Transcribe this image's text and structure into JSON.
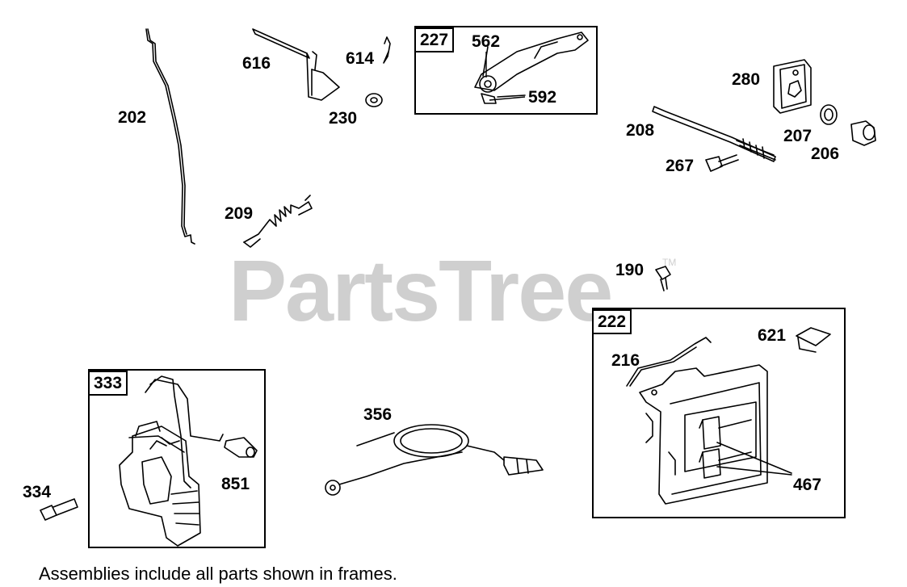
{
  "watermark": {
    "text": "PartsTree",
    "trademark": "TM"
  },
  "labels": {
    "p202": "202",
    "p616": "616",
    "p614": "614",
    "p230": "230",
    "p227": "227",
    "p562": "562",
    "p592": "592",
    "p280": "280",
    "p208": "208",
    "p207": "207",
    "p206": "206",
    "p267": "267",
    "p209": "209",
    "p190": "190",
    "p222": "222",
    "p621": "621",
    "p216": "216",
    "p467": "467",
    "p333": "333",
    "p851": "851",
    "p334": "334",
    "p356": "356"
  },
  "footer": {
    "note": "Assemblies include all parts shown in frames."
  }
}
